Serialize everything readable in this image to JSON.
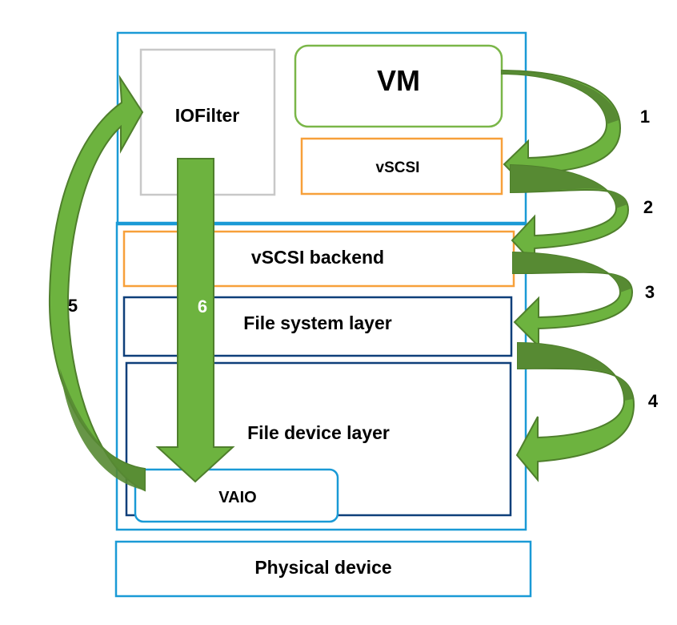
{
  "diagram": {
    "boxes": {
      "vm": "VM",
      "iofilter": "IOFilter",
      "vscsi": "vSCSI",
      "vscsi_backend": "vSCSI backend",
      "file_system_layer": "File system layer",
      "file_device_layer": "File device layer",
      "vaio": "VAIO",
      "physical_device": "Physical device"
    },
    "steps": [
      "1",
      "2",
      "3",
      "4",
      "5",
      "6"
    ],
    "colors": {
      "outer_border": "#1a9ad6",
      "vm_border": "#7ab648",
      "vscsi_border": "#f7a03a",
      "iofilter_border": "#c8c8c8",
      "layer_border": "#0e3f7a",
      "arrow_light": "#6db33f",
      "arrow_dark": "#578a33",
      "arrow_stroke": "#4f7f2c"
    }
  }
}
